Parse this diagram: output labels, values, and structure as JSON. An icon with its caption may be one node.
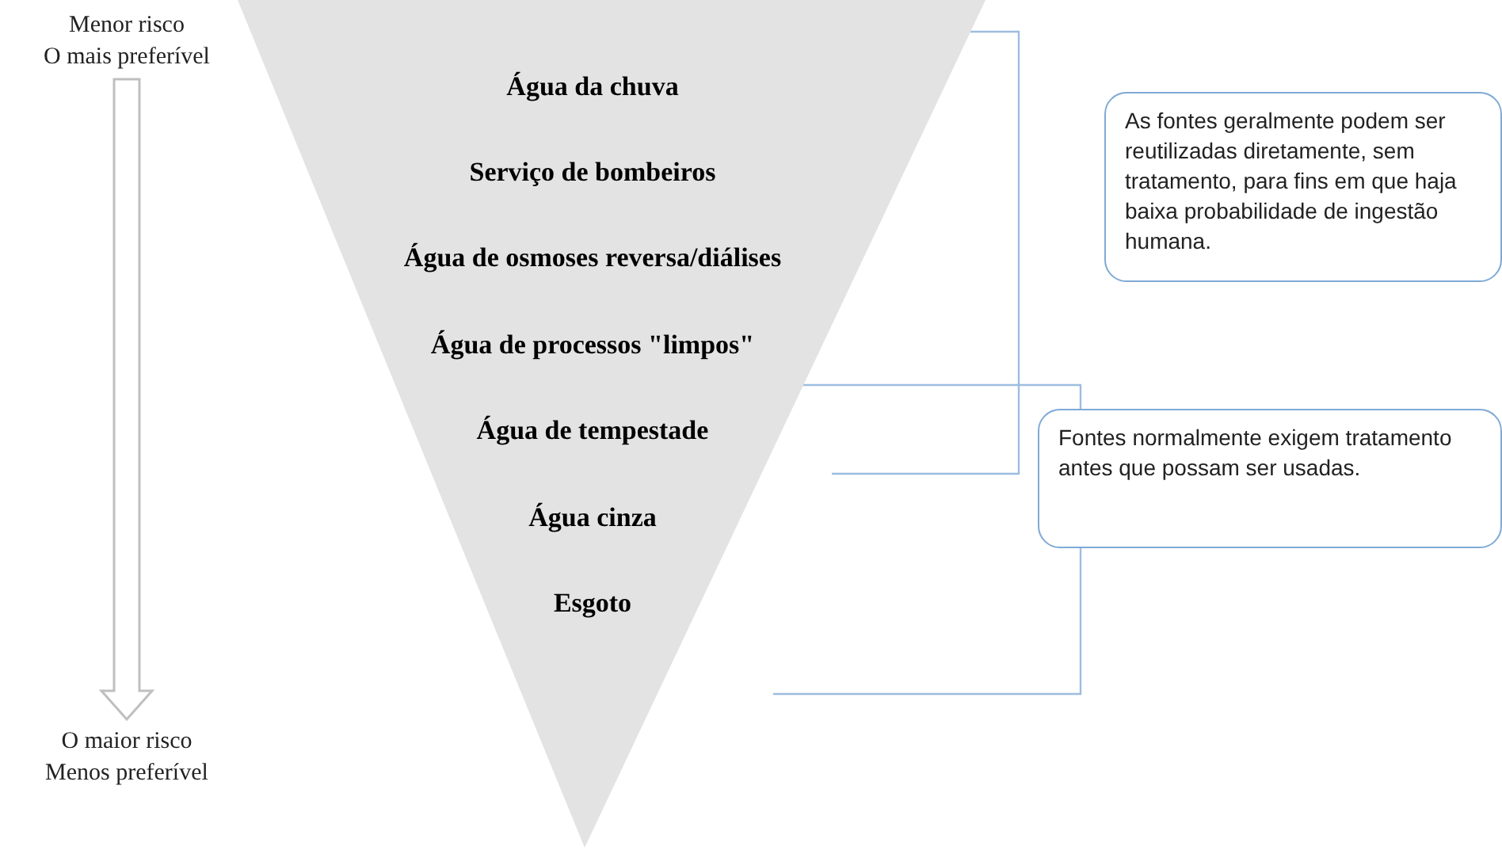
{
  "diagram": {
    "nodes": [
      {
        "text": [
          "Menor risco",
          "O mais preferível"
        ]
      },
      {
        "text": [
          "O maior risco",
          "Menos preferível"
        ]
      },
      {
        "text": [
          "Água da chuva",
          "Serviço de bombeiros",
          "Água de osmoses reversa/diálises",
          "Água de processos \"limpos\"",
          "Água de tempestade",
          "Água cinza",
          "Esgoto"
        ]
      },
      {
        "text": [
          "As fontes geralmente podem ser reutilizadas diretamente, sem tratamento, para fins em que haja baixa probabilidade de ingestão humana."
        ]
      },
      {
        "text": [
          "Fontes normalmente exigem tratamento antes que possam ser usadas."
        ]
      }
    ],
    "edges": [
      {
        "from": 0,
        "to": 1,
        "arrow": "to",
        "style": "thick",
        "color": "#bfbfbf"
      }
    ]
  }
}
